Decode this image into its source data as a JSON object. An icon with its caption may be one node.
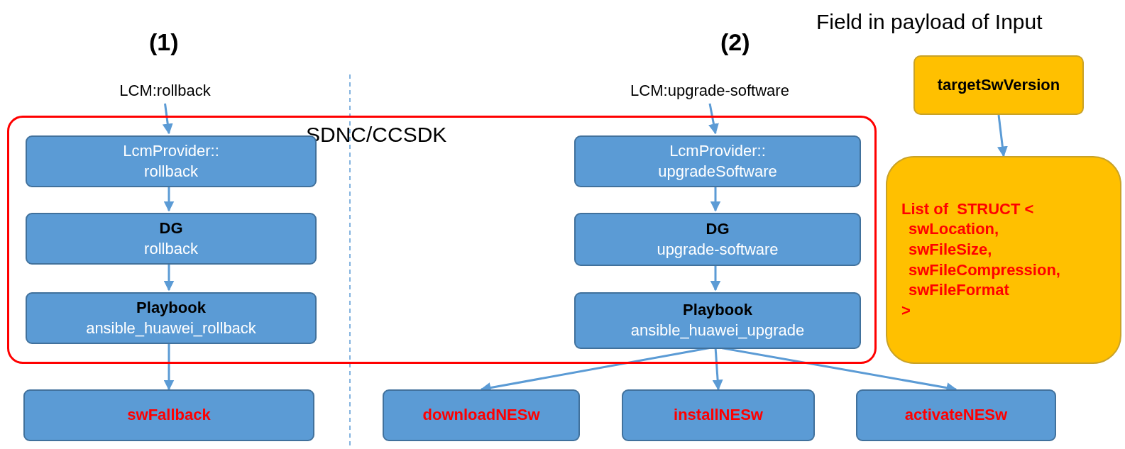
{
  "diagram": {
    "nodes": [
      {
        "text": [
          "LCM:rollback"
        ]
      },
      {
        "text": [
          "LCM:upgrade-software"
        ]
      },
      {
        "text": [
          "targetSwVersion"
        ]
      },
      {
        "text": [
          "SDNC/CCSDK"
        ]
      },
      {
        "text": [
          "LcmProvider:: rollback"
        ],
        "in": 3
      },
      {
        "text": [
          "LcmProvider:: upgradeSoftware"
        ],
        "in": 3
      },
      {
        "text": [
          "DG",
          "rollback"
        ],
        "in": 3
      },
      {
        "text": [
          "DG",
          "upgrade-software"
        ],
        "in": 3
      },
      {
        "text": [
          "Playbook",
          "ansible_huawei_rollback"
        ],
        "in": 3
      },
      {
        "text": [
          "Playbook",
          "ansible_huawei_upgrade"
        ],
        "in": 3
      },
      {
        "text": [
          "List of  STRUCT <",
          "swLocation,",
          "swFileSize,",
          "swFileCompression,",
          "swFileFormat",
          ">"
        ]
      },
      {
        "text": [
          "swFallback"
        ]
      },
      {
        "text": [
          "downloadNESw"
        ]
      },
      {
        "text": [
          "installNESw"
        ]
      },
      {
        "text": [
          "activateNESw"
        ]
      }
    ],
    "edges": [
      {
        "from": 0,
        "to": 4,
        "arrow": "to"
      },
      {
        "from": 4,
        "to": 6,
        "arrow": "to"
      },
      {
        "from": 6,
        "to": 8,
        "arrow": "to"
      },
      {
        "from": 8,
        "to": 11,
        "arrow": "to"
      },
      {
        "from": 1,
        "to": 5,
        "arrow": "to"
      },
      {
        "from": 5,
        "to": 7,
        "arrow": "to"
      },
      {
        "from": 7,
        "to": 9,
        "arrow": "to"
      },
      {
        "from": 9,
        "to": 12,
        "arrow": "to"
      },
      {
        "from": 9,
        "to": 13,
        "arrow": "to"
      },
      {
        "from": 9,
        "to": 14,
        "arrow": "to"
      },
      {
        "from": 2,
        "to": 10,
        "arrow": "to"
      }
    ],
    "labels": [
      "Field in payload of Input",
      "(1)",
      "(2)"
    ]
  }
}
